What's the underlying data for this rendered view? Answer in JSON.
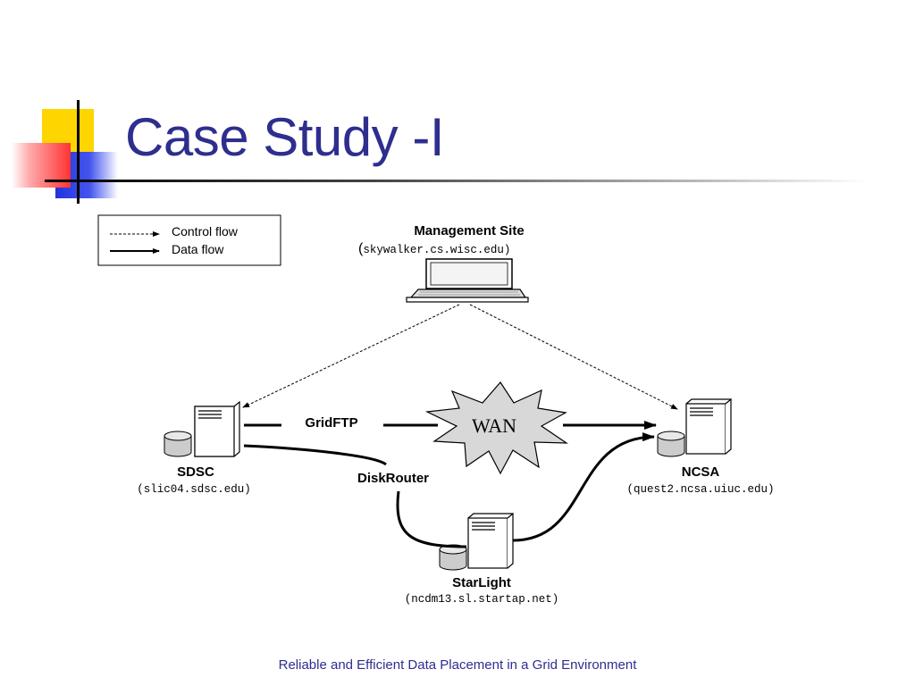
{
  "slide": {
    "title": "Case Study -I",
    "footer": "Reliable and Efficient Data Placement in a Grid Environment"
  },
  "colors": {
    "title": "#2e2e8f",
    "deco_yellow": "#ffd500",
    "deco_red": "#ff3333",
    "deco_blue": "#3344dd"
  },
  "legend": {
    "control_flow": "Control flow",
    "data_flow": "Data flow"
  },
  "nodes": {
    "management": {
      "name": "Management Site",
      "host_prefix": "(",
      "host": "skywalker.cs.wisc.edu)",
      "icon": "laptop-icon"
    },
    "sdsc": {
      "name": "SDSC",
      "host": "(slic04.sdsc.edu)",
      "icon": "server-icon"
    },
    "ncsa": {
      "name": "NCSA",
      "host": "(quest2.ncsa.uiuc.edu)",
      "icon": "server-icon"
    },
    "starlight": {
      "name": "StarLight",
      "host": "(ncdm13.sl.startap.net)",
      "icon": "server-icon"
    }
  },
  "links": {
    "gridftp": "GridFTP",
    "diskrouter": "DiskRouter",
    "wan": "WAN"
  }
}
